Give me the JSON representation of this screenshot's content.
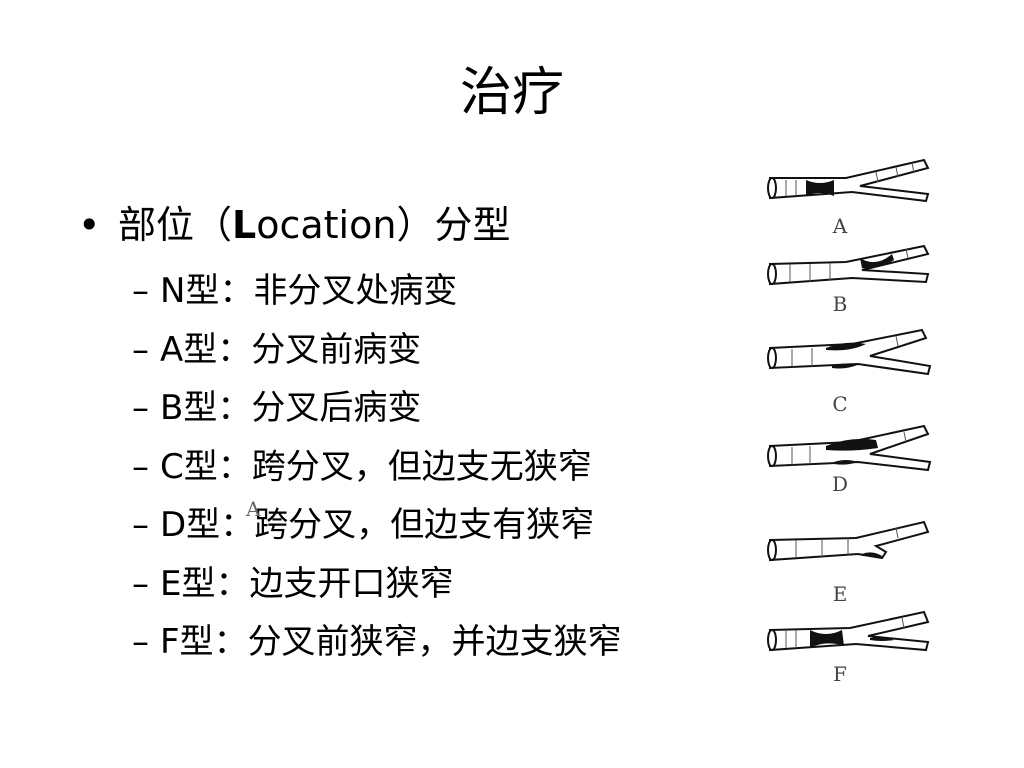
{
  "slide": {
    "title": "治疗",
    "main_bullet": {
      "marker": "•",
      "prefix": "部位（",
      "bold_letter": "L",
      "middle": "ocation",
      "suffix": "）分型"
    },
    "sub_items": [
      {
        "marker": "–",
        "code": "N型",
        "sep": "：",
        "text": "非分叉处病变"
      },
      {
        "marker": "–",
        "code": "A型",
        "sep": "：",
        "text": "分叉前病变"
      },
      {
        "marker": "–",
        "code": "B型",
        "sep": "：",
        "text": "分叉后病变"
      },
      {
        "marker": "–",
        "code": "C型",
        "sep": "：",
        "text": "跨分叉，但边支无狭窄"
      },
      {
        "marker": "–",
        "code": "D型",
        "sep": "：",
        "text": "跨分叉，但边支有狭窄"
      },
      {
        "marker": "–",
        "code": "E型",
        "sep": "：",
        "text": "边支开口狭窄"
      },
      {
        "marker": "–",
        "code": "F型",
        "sep": "：",
        "text": "分叉前狭窄，并边支狭窄"
      }
    ],
    "stray_label": "A"
  },
  "figure": {
    "labels": [
      "A",
      "B",
      "C",
      "D",
      "E",
      "F"
    ]
  }
}
